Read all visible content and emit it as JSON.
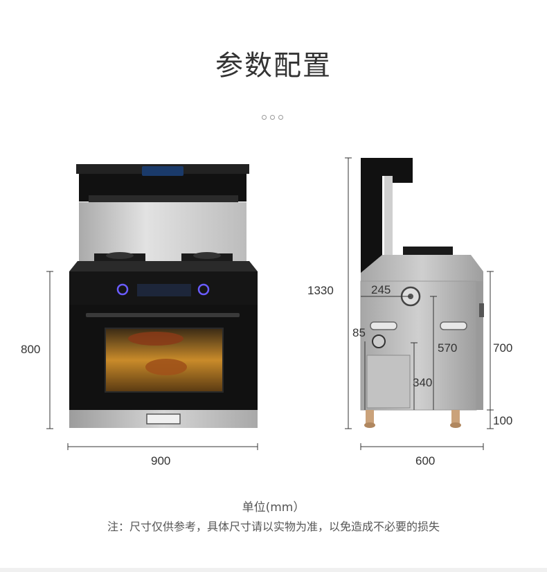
{
  "title": "参数配置",
  "front_view": {
    "width_label": "900",
    "height_label": "800"
  },
  "side_view": {
    "total_height_label": "1330",
    "depth_label": "600",
    "body_height_label": "700",
    "leg_height_label": "100",
    "pipe_offset_label": "245",
    "gas_inlet_label": "85",
    "cabinet_height_label": "570",
    "lower_height_label": "340"
  },
  "footer": {
    "unit": "单位(mm）",
    "note": "注：尺寸仅供参考，具体尺寸请以实物为准，以免造成不必要的损失"
  },
  "colors": {
    "accent_glow": "#6a5cff",
    "oven_light": "#c98b2a",
    "steel": "#b9b9b9"
  }
}
